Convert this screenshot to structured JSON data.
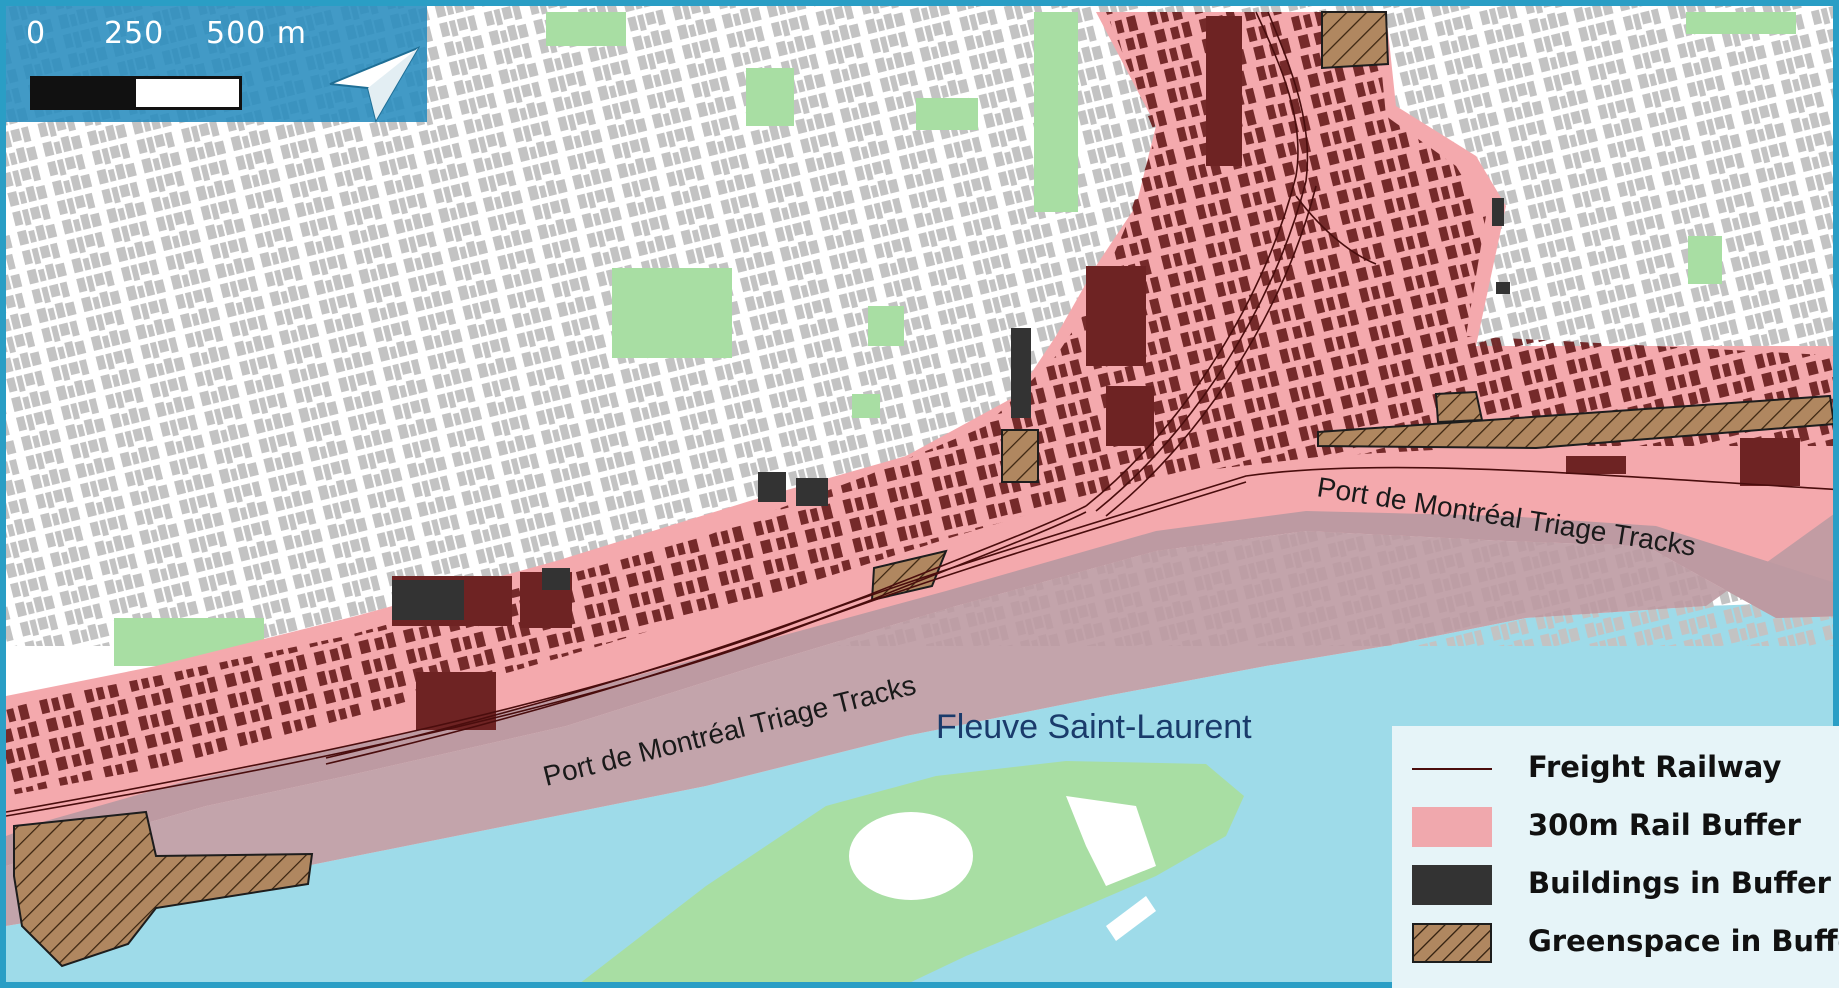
{
  "scale": {
    "labels": [
      "0",
      "250",
      "500 m"
    ]
  },
  "north_arrow": {
    "icon": "north-arrow-icon"
  },
  "map_labels": {
    "river": "Fleuve Saint-Laurent",
    "tracks_lower": "Port de Montréal Triage Tracks",
    "tracks_upper": "Port de Montréal Triage Tracks"
  },
  "legend": {
    "items": [
      {
        "label": "Freight Railway",
        "symbol": "line",
        "color": "#4a0d0d"
      },
      {
        "label": "300m Rail Buffer",
        "symbol": "fill",
        "color": "#f0a8ad"
      },
      {
        "label": "Buildings in Buffer",
        "symbol": "fill",
        "color": "#333333"
      },
      {
        "label": "Greenspace in Buffer",
        "symbol": "hatch",
        "color": "#b08760"
      }
    ]
  },
  "colors": {
    "water": "#9edbe9",
    "land": "#ffffff",
    "building": "#c3c3c3",
    "greenspace": "#a8dea3",
    "buffer": "#f4a9ad",
    "buffer_over_water": "#bd9aa2",
    "building_in_buffer": "#6e2323",
    "railway": "#4a0d0d",
    "hatch": "#b08760"
  }
}
